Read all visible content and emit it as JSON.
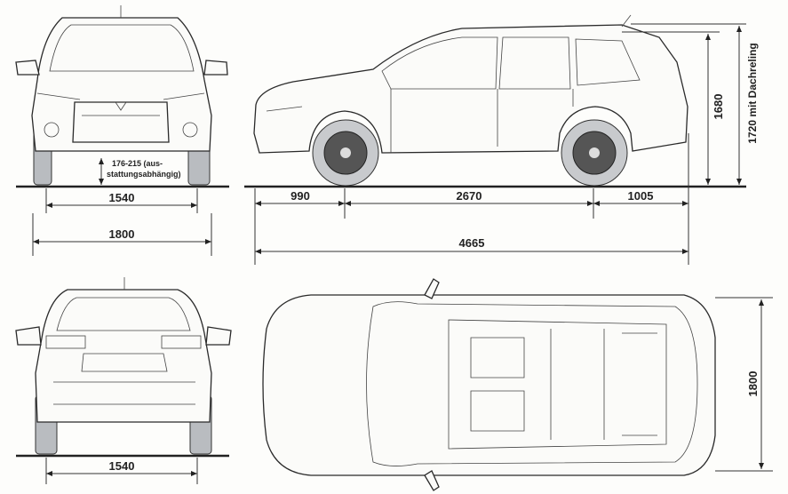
{
  "front_view": {
    "ground_clearance_line1": "176-215 (aus-",
    "ground_clearance_line2": "stattungsabhängig)",
    "track_width": "1540",
    "overall_width": "1800"
  },
  "side_view": {
    "front_overhang": "990",
    "wheelbase": "2670",
    "rear_overhang": "1005",
    "overall_length": "4665",
    "height": "1680",
    "height_with_roof_rails": "1720 mit Dachreling"
  },
  "rear_view": {
    "track_width": "1540"
  },
  "top_view": {
    "overall_width": "1800"
  }
}
